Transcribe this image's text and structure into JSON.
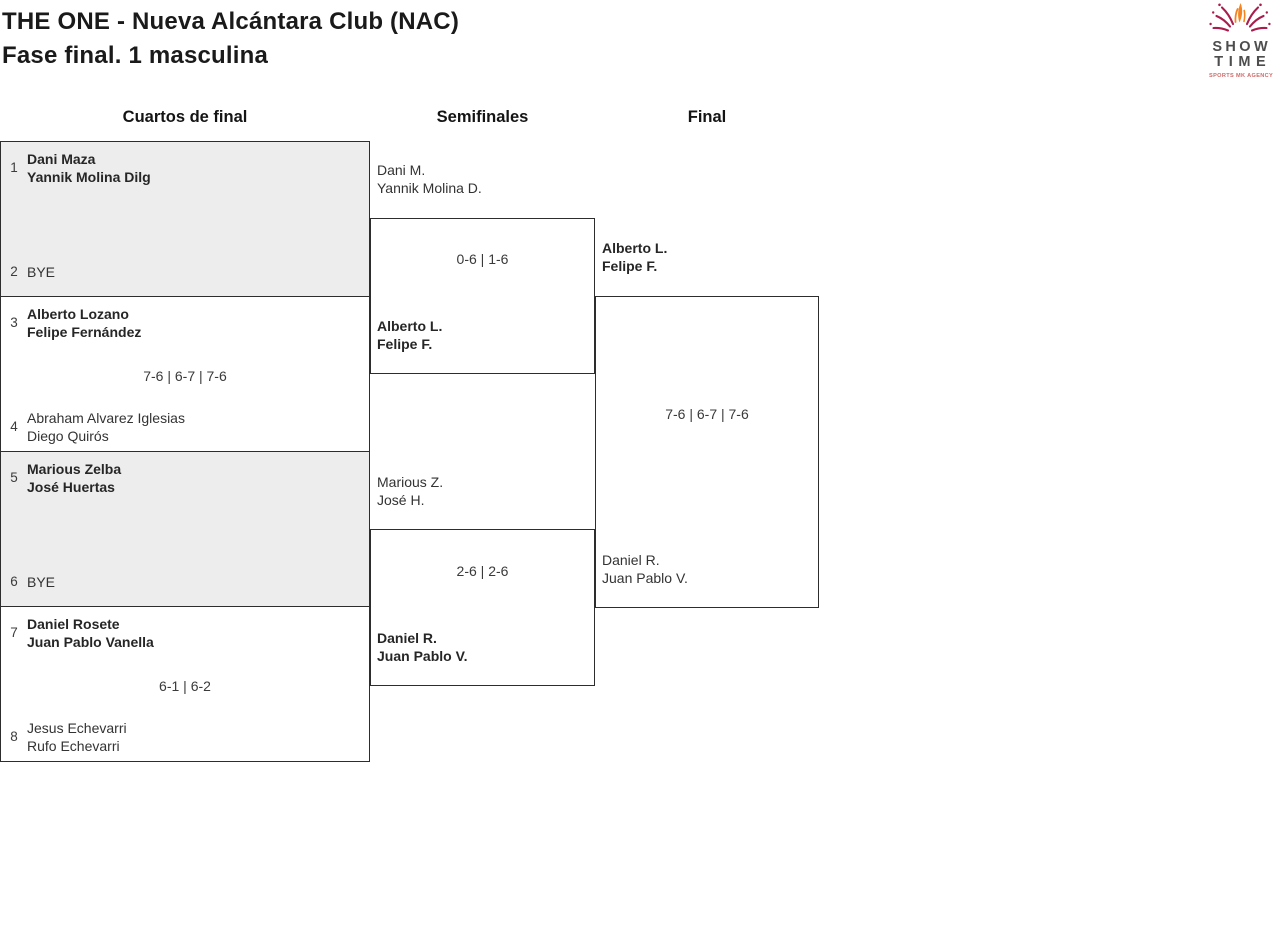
{
  "header": {
    "title_line1": "THE ONE - Nueva Alcántara Club (NAC)",
    "title_line2": "Fase final. 1 masculina"
  },
  "logo": {
    "line1": "SHOW",
    "line2": "TIME",
    "tagline": "SPORTS MK AGENCY",
    "colors": {
      "flame_orange": "#F5831F",
      "splash_magenta": "#A81D4E",
      "text_gray": "#4D4D4D",
      "tagline_red": "#CF6A6A"
    }
  },
  "columns": [
    {
      "label": "Cuartos de final"
    },
    {
      "label": "Semifinales"
    },
    {
      "label": "Final"
    }
  ],
  "quarterfinals": [
    {
      "seed_top": "1",
      "team_top": [
        "Dani Maza",
        "Yannik Molina Dilg"
      ],
      "top_winner": true,
      "seed_bottom": "2",
      "team_bottom": [
        "BYE"
      ],
      "bottom_winner": false,
      "score": "",
      "shaded": true
    },
    {
      "seed_top": "3",
      "team_top": [
        "Alberto Lozano",
        "Felipe Fernández"
      ],
      "top_winner": true,
      "seed_bottom": "4",
      "team_bottom": [
        "Abraham Alvarez Iglesias",
        "Diego Quirós"
      ],
      "bottom_winner": false,
      "score": "7-6 | 6-7 | 7-6",
      "shaded": false
    },
    {
      "seed_top": "5",
      "team_top": [
        "Marious Zelba",
        "José Huertas"
      ],
      "top_winner": true,
      "seed_bottom": "6",
      "team_bottom": [
        "BYE"
      ],
      "bottom_winner": false,
      "score": "",
      "shaded": true
    },
    {
      "seed_top": "7",
      "team_top": [
        "Daniel Rosete",
        "Juan Pablo Vanella"
      ],
      "top_winner": true,
      "seed_bottom": "8",
      "team_bottom": [
        "Jesus Echevarri",
        "Rufo Echevarri"
      ],
      "bottom_winner": false,
      "score": "6-1 | 6-2",
      "shaded": false
    }
  ],
  "semifinals": [
    {
      "team_top": [
        "Dani M.",
        "Yannik Molina D."
      ],
      "top_winner": false,
      "score": "0-6 | 1-6",
      "team_bottom": [
        "Alberto L.",
        "Felipe F."
      ],
      "bottom_winner": true
    },
    {
      "team_top": [
        "Marious Z.",
        "José H."
      ],
      "top_winner": false,
      "score": "2-6 | 2-6",
      "team_bottom": [
        "Daniel R.",
        "Juan Pablo V."
      ],
      "bottom_winner": true
    }
  ],
  "final": {
    "team_top": [
      "Alberto L.",
      "Felipe F."
    ],
    "top_winner": true,
    "score": "7-6 | 6-7 | 7-6",
    "team_bottom": [
      "Daniel R.",
      "Juan Pablo V."
    ],
    "bottom_winner": false
  }
}
